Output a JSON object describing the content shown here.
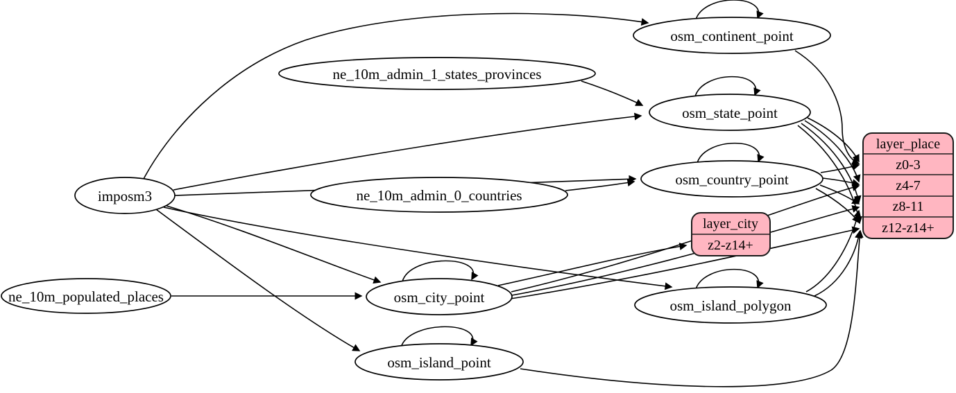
{
  "diagram": {
    "type": "etl-graph",
    "colors": {
      "background": "#ffffff",
      "edge": "#000000",
      "node_fill": "#ffffff",
      "node_stroke": "#000000",
      "record_fill": "#ffb6c1",
      "record_stroke": "#1a1a1a",
      "text": "#000000"
    },
    "nodes": {
      "imposm3": {
        "label": "imposm3"
      },
      "ne_10m_admin_1_states_provinces": {
        "label": "ne_10m_admin_1_states_provinces"
      },
      "ne_10m_admin_0_countries": {
        "label": "ne_10m_admin_0_countries"
      },
      "ne_10m_populated_places": {
        "label": "ne_10m_populated_places"
      },
      "osm_continent_point": {
        "label": "osm_continent_point"
      },
      "osm_state_point": {
        "label": "osm_state_point"
      },
      "osm_country_point": {
        "label": "osm_country_point"
      },
      "osm_city_point": {
        "label": "osm_city_point"
      },
      "osm_island_polygon": {
        "label": "osm_island_polygon"
      },
      "osm_island_point": {
        "label": "osm_island_point"
      }
    },
    "records": {
      "layer_city": {
        "title": "layer_city",
        "rows": [
          "z2-z14+"
        ]
      },
      "layer_place": {
        "title": "layer_place",
        "rows": [
          "z0-3",
          "z4-7",
          "z8-11",
          "z12-z14+"
        ]
      }
    },
    "edges": [
      {
        "from": "imposm3",
        "to": "osm_continent_point"
      },
      {
        "from": "imposm3",
        "to": "osm_state_point"
      },
      {
        "from": "imposm3",
        "to": "osm_country_point"
      },
      {
        "from": "imposm3",
        "to": "osm_city_point"
      },
      {
        "from": "imposm3",
        "to": "osm_island_polygon"
      },
      {
        "from": "imposm3",
        "to": "osm_island_point"
      },
      {
        "from": "ne_10m_admin_1_states_provinces",
        "to": "osm_state_point"
      },
      {
        "from": "ne_10m_admin_0_countries",
        "to": "osm_country_point"
      },
      {
        "from": "ne_10m_populated_places",
        "to": "osm_city_point"
      },
      {
        "from": "osm_continent_point",
        "to": "osm_continent_point",
        "self_loop": true
      },
      {
        "from": "osm_state_point",
        "to": "osm_state_point",
        "self_loop": true
      },
      {
        "from": "osm_country_point",
        "to": "osm_country_point",
        "self_loop": true
      },
      {
        "from": "osm_city_point",
        "to": "osm_city_point",
        "self_loop": true
      },
      {
        "from": "osm_island_polygon",
        "to": "osm_island_polygon",
        "self_loop": true
      },
      {
        "from": "osm_island_point",
        "to": "osm_island_point",
        "self_loop": true
      },
      {
        "from": "osm_continent_point",
        "to": "layer_place",
        "row": "z0-3"
      },
      {
        "from": "osm_state_point",
        "to": "layer_place",
        "row": "z0-3"
      },
      {
        "from": "osm_state_point",
        "to": "layer_place",
        "row": "z4-7"
      },
      {
        "from": "osm_state_point",
        "to": "layer_place",
        "row": "z8-11"
      },
      {
        "from": "osm_state_point",
        "to": "layer_place",
        "row": "z12-z14+"
      },
      {
        "from": "osm_country_point",
        "to": "layer_place",
        "row": "z0-3"
      },
      {
        "from": "osm_country_point",
        "to": "layer_place",
        "row": "z4-7"
      },
      {
        "from": "osm_country_point",
        "to": "layer_place",
        "row": "z8-11"
      },
      {
        "from": "osm_country_point",
        "to": "layer_place",
        "row": "z12-z14+"
      },
      {
        "from": "osm_city_point",
        "to": "layer_city",
        "row": "z2-z14+"
      },
      {
        "from": "osm_city_point",
        "to": "layer_place",
        "row": "z4-7"
      },
      {
        "from": "osm_city_point",
        "to": "layer_place",
        "row": "z8-11"
      },
      {
        "from": "osm_city_point",
        "to": "layer_place",
        "row": "z12-z14+"
      },
      {
        "from": "osm_island_polygon",
        "to": "layer_place",
        "row": "z8-11"
      },
      {
        "from": "osm_island_polygon",
        "to": "layer_place",
        "row": "z12-z14+"
      },
      {
        "from": "osm_island_point",
        "to": "layer_place",
        "row": "z12-z14+"
      }
    ]
  }
}
